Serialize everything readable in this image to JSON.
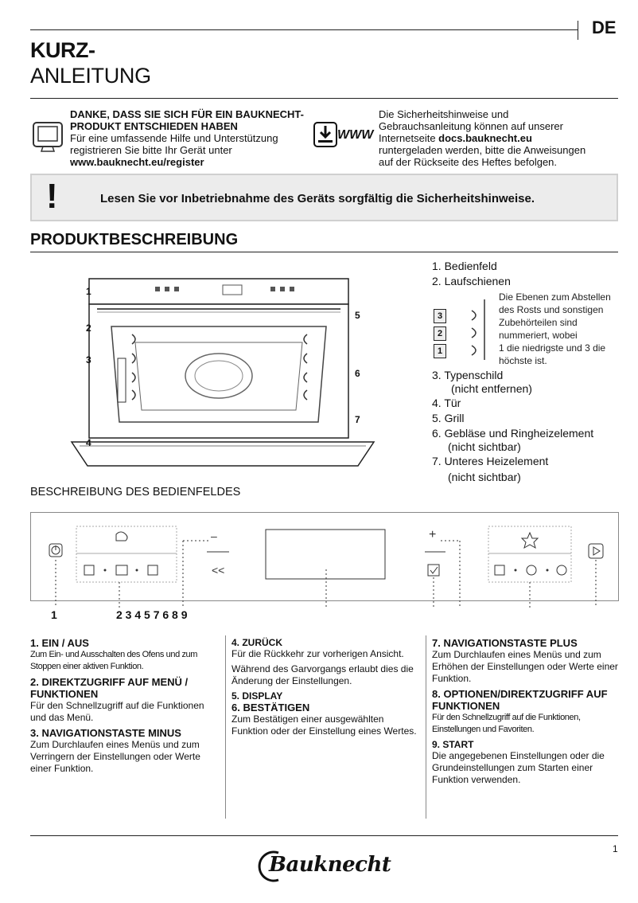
{
  "header": {
    "lang": "DE",
    "title_line1": "KURZ-",
    "title_line2": "ANLEITUNG"
  },
  "info_left": {
    "bold_line1": "DANKE, DASS SIE SICH FÜR EIN BAUKNECHT-",
    "bold_line2": "PRODUKT ENTSCHIEDEN HABEN",
    "line3": "Für eine umfassende Hilfe und Unterstützung",
    "line4": "registrieren Sie bitte Ihr Gerät unter",
    "url": "www.bauknecht.eu/register"
  },
  "info_right": {
    "www_label": "WWW",
    "line1": "Die Sicherheitshinweise und",
    "line2": "Gebrauchsanleitung können auf unserer",
    "line3_prefix": "Internetseite ",
    "line3_url": "docs.bauknecht.eu",
    "line4": "runtergeladen werden, bitte die Anweisungen",
    "line5": "auf der Rückseite des Heftes befolgen."
  },
  "warning": {
    "icon": "!",
    "text": "Lesen Sie vor Inbetriebnahme des Geräts sorgfältig die Sicherheitshinweise."
  },
  "product": {
    "title": "PRODUKTBESCHREIBUNG",
    "callouts": [
      "1",
      "2",
      "3",
      "4",
      "5",
      "6",
      "7"
    ],
    "legend": {
      "i1": "1. Bedienfeld",
      "i2": "2. Laufschienen",
      "level_note": [
        "Die Ebenen zum Abstellen",
        "des Rosts und sonstigen",
        "Zubehörteilen sind",
        "nummeriert, wobei",
        "1 die niedrigste und 3 die",
        "höchste ist."
      ],
      "levels": [
        "3",
        "2",
        "1"
      ],
      "i3": "3. Typenschild",
      "i3_note": "(nicht entfernen)",
      "i4": "4. Tür",
      "i5": "5. Grill",
      "i6": "6. Gebläse und Ringheizelement",
      "i6_note": "(nicht sichtbar)",
      "i7": "7. Unteres Heizelement",
      "i7_note": "(nicht sichtbar)"
    }
  },
  "panel": {
    "title": "BESCHREIBUNG DES BEDIENFELDES",
    "num_1": "1",
    "nums": "2 3 4 5 7 6 8 9",
    "minus": "–",
    "plus": "+",
    "back": "<<"
  },
  "descriptions": {
    "c1": {
      "h1": "1. EIN / AUS",
      "p1": "Zum Ein- und Ausschalten des Ofens und zum Stoppen einer aktiven Funktion.",
      "h2": "2. DIREKTZUGRIFF AUF MENÜ / FUNKTIONEN",
      "p2": "Für den Schnellzugriff auf die Funktionen und das Menü.",
      "h3": "3. NAVIGATIONSTASTE MINUS",
      "p3": "Zum Durchlaufen eines Menüs und zum Verringern der Einstellungen oder Werte einer Funktion."
    },
    "c2": {
      "h4": "4. ZURÜCK",
      "p4a": "Für die Rückkehr zur vorherigen Ansicht.",
      "p4b": "Während des Garvorgangs erlaubt dies die Änderung der Einstellungen.",
      "h5": "5. DISPLAY",
      "h6": "6. BESTÄTIGEN",
      "p6": "Zum Bestätigen einer ausgewählten Funktion oder der Einstellung eines Wertes."
    },
    "c3": {
      "h7": "7. NAVIGATIONSTASTE PLUS",
      "p7": "Zum Durchlaufen eines Menüs und zum Erhöhen der Einstellungen oder Werte einer Funktion.",
      "h8": "8. OPTIONEN/DIREKTZUGRIFF AUF FUNKTIONEN",
      "p8": "Für den Schnellzugriff auf die Funktionen, Einstellungen und Favoriten.",
      "h9": "9. START",
      "p9": "Die angegebenen Einstellungen oder die Grundeinstellungen zum Starten einer Funktion verwenden."
    }
  },
  "footer": {
    "page": "1",
    "logo": "Bauknecht"
  }
}
